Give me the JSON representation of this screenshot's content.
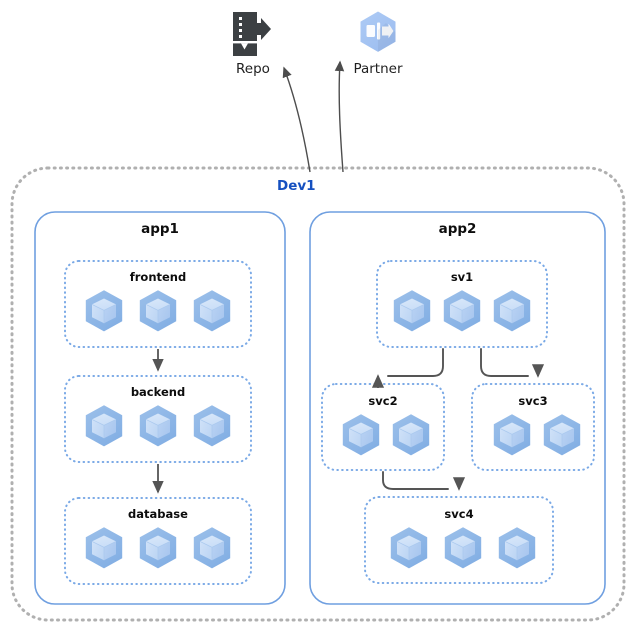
{
  "diagram": {
    "type": "kubernetes-architecture-diagram",
    "background": "#ffffff",
    "colors": {
      "cluster_border": "#b3b3b3",
      "cluster_label": "#1550c0",
      "app_border": "#6699dd",
      "service_border": "#6699dd",
      "pod_hex": "#8cb6e8",
      "pod_cube_light": "#c9ddf6",
      "pod_cube_mid": "#b6d0f2",
      "arrow": "#555555",
      "repo_icon": "#3c4043",
      "partner_icon": "#a7c4f2"
    },
    "external_nodes": [
      {
        "id": "repo",
        "label": "Repo",
        "icon": "repo-export-icon"
      },
      {
        "id": "partner",
        "label": "Partner",
        "icon": "partner-hexagon-icon"
      }
    ],
    "cluster": {
      "label": "Dev1",
      "border_style": "dotted",
      "apps": [
        {
          "id": "app1",
          "label": "app1",
          "services": [
            {
              "id": "frontend",
              "label": "frontend",
              "pods": 3
            },
            {
              "id": "backend",
              "label": "backend",
              "pods": 3
            },
            {
              "id": "database",
              "label": "database",
              "pods": 3
            }
          ]
        },
        {
          "id": "app2",
          "label": "app2",
          "services": [
            {
              "id": "sv1",
              "label": "sv1",
              "pods": 3
            },
            {
              "id": "svc2",
              "label": "svc2",
              "pods": 2
            },
            {
              "id": "svc3",
              "label": "svc3",
              "pods": 2
            },
            {
              "id": "svc4",
              "label": "svc4",
              "pods": 3
            }
          ]
        }
      ]
    },
    "connections": [
      {
        "from": "frontend",
        "to": "backend"
      },
      {
        "from": "backend",
        "to": "database"
      },
      {
        "from": "sv1",
        "to": "svc2"
      },
      {
        "from": "sv1",
        "to": "svc3"
      },
      {
        "from": "svc2",
        "to": "svc4"
      },
      {
        "from": "cluster-dev1",
        "to": "repo"
      },
      {
        "from": "cluster-dev1",
        "to": "partner"
      }
    ]
  }
}
